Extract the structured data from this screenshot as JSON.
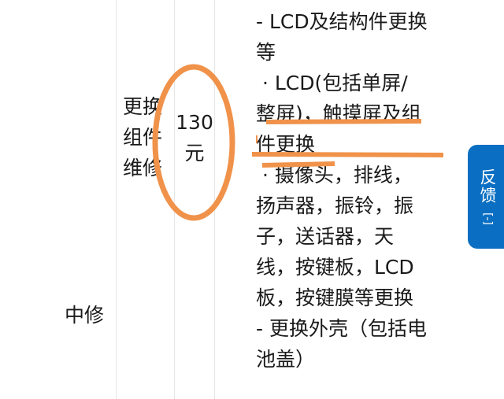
{
  "table": {
    "category": "中修",
    "item_lines": [
      "更换",
      "组件",
      "维修"
    ],
    "price_lines": [
      "130",
      "元"
    ],
    "description_lines": [
      "- LCD及结构件更换",
      "等",
      " · LCD(包括单屏/",
      "整屏)，触摸屏及组",
      "件更换",
      " · 摄像头，排线，",
      "扬声器，振铃，振",
      "子，送话器，天",
      "线，按键板，LCD",
      "板，按键膜等更换",
      "- 更换外壳（包括电",
      "池盖）"
    ]
  },
  "feedback": {
    "label": "反馈",
    "icon": "feedback-icon",
    "color": "#0a6fc2"
  },
  "annotation_color": "#f0924a"
}
